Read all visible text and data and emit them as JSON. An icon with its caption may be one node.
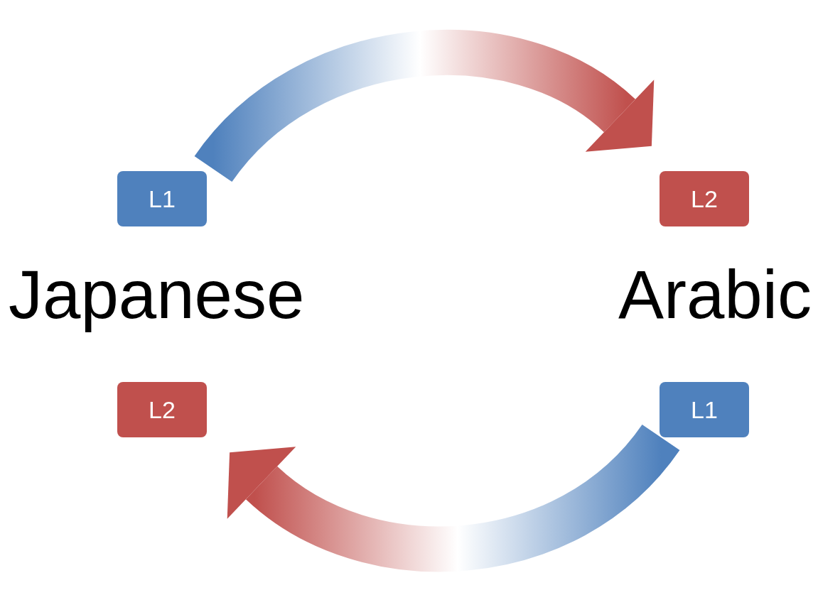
{
  "diagram": {
    "nodes": [
      {
        "text": [
          "L1"
        ]
      },
      {
        "text": [
          "L2"
        ]
      },
      {
        "text": [
          "Japanese"
        ]
      },
      {
        "text": [
          "Arabic"
        ]
      },
      {
        "text": [
          "L2"
        ]
      },
      {
        "text": [
          "L1"
        ]
      }
    ],
    "edges": [
      {
        "from": 0,
        "to": 1,
        "arrow": "to"
      },
      {
        "from": 5,
        "to": 4,
        "arrow": "to"
      }
    ]
  }
}
